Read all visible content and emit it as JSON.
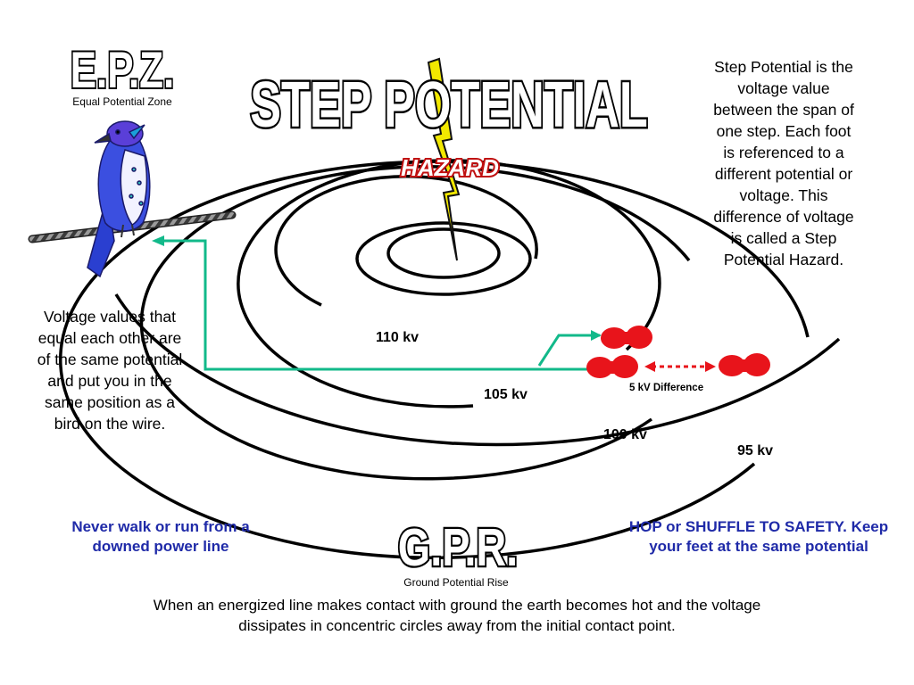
{
  "title": "STEP POTENTIAL",
  "hazard": "HAZARD",
  "epz": {
    "abbr": "E.P.Z.",
    "caption": "Equal Potential Zone"
  },
  "gpr": {
    "abbr": "G.P.R.",
    "caption": "Ground Potential Rise"
  },
  "description": "Step Potential is the voltage value between the span of one step. Each foot is referenced to a different potential or voltage. This difference of voltage is called a Step Potential Hazard.",
  "bird_note": "Voltage values that equal each other are of the same potential and put you in the same position as a bird on the wire.",
  "warning_left": "Never walk or run from a downed power line",
  "warning_right": "HOP or SHUFFLE TO SAFETY. Keep your feet at the same potential",
  "bottom_text": "When an energized line makes contact with ground the earth becomes hot and the voltage dissipates in concentric circles away from the initial contact point.",
  "voltages": {
    "v110": "110 kv",
    "v105": "105 kv",
    "v100": "100 kv",
    "v95": "95 kv",
    "difference": "5 kV Difference"
  },
  "colors": {
    "arrow_green": "#12b98a",
    "footprint_red": "#e8141b",
    "warning_blue": "#1f2aa8",
    "bolt_yellow": "#f2e800",
    "hazard_red": "#c01010"
  }
}
